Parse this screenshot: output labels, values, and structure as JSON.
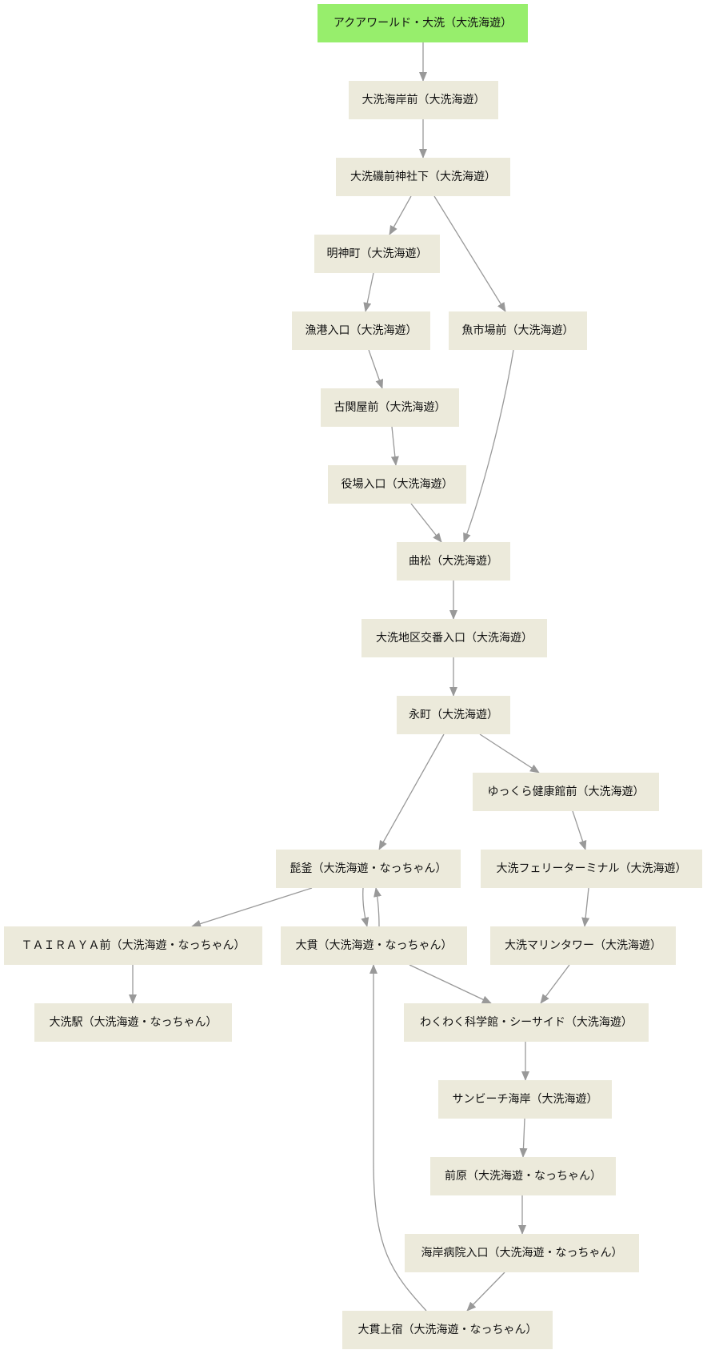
{
  "colors": {
    "start_fill": "#97ee6c",
    "node_fill": "#eceadb",
    "edge": "#999999",
    "text": "#111111"
  },
  "nodes": [
    {
      "id": "n1",
      "label": "アクアワールド・大洗（大洗海遊）",
      "start": true
    },
    {
      "id": "n2",
      "label": "大洗海岸前（大洗海遊）"
    },
    {
      "id": "n3",
      "label": "大洗磯前神社下（大洗海遊）"
    },
    {
      "id": "n4",
      "label": "明神町（大洗海遊）"
    },
    {
      "id": "n5",
      "label": "漁港入口（大洗海遊）"
    },
    {
      "id": "n6",
      "label": "魚市場前（大洗海遊）"
    },
    {
      "id": "n7",
      "label": "古関屋前（大洗海遊）"
    },
    {
      "id": "n8",
      "label": "役場入口（大洗海遊）"
    },
    {
      "id": "n9",
      "label": "曲松（大洗海遊）"
    },
    {
      "id": "n10",
      "label": "大洗地区交番入口（大洗海遊）"
    },
    {
      "id": "n11",
      "label": "永町（大洗海遊）"
    },
    {
      "id": "n12",
      "label": "ゆっくら健康館前（大洗海遊）"
    },
    {
      "id": "n13",
      "label": "髭釜（大洗海遊・なっちゃん）"
    },
    {
      "id": "n14",
      "label": "大洗フェリーターミナル（大洗海遊）"
    },
    {
      "id": "n15",
      "label": "ＴＡＩＲＡＹＡ前（大洗海遊・なっちゃん）"
    },
    {
      "id": "n16",
      "label": "大貫（大洗海遊・なっちゃん）"
    },
    {
      "id": "n17",
      "label": "大洗マリンタワー（大洗海遊）"
    },
    {
      "id": "n18",
      "label": "大洗駅（大洗海遊・なっちゃん）"
    },
    {
      "id": "n19",
      "label": "わくわく科学館・シーサイド（大洗海遊）"
    },
    {
      "id": "n20",
      "label": "サンビーチ海岸（大洗海遊）"
    },
    {
      "id": "n21",
      "label": "前原（大洗海遊・なっちゃん）"
    },
    {
      "id": "n22",
      "label": "海岸病院入口（大洗海遊・なっちゃん）"
    },
    {
      "id": "n23",
      "label": "大貫上宿（大洗海遊・なっちゃん）"
    }
  ],
  "edges": [
    {
      "from": "n1",
      "to": "n2"
    },
    {
      "from": "n2",
      "to": "n3"
    },
    {
      "from": "n3",
      "to": "n4"
    },
    {
      "from": "n3",
      "to": "n6"
    },
    {
      "from": "n4",
      "to": "n5"
    },
    {
      "from": "n5",
      "to": "n7"
    },
    {
      "from": "n7",
      "to": "n8"
    },
    {
      "from": "n8",
      "to": "n9"
    },
    {
      "from": "n6",
      "to": "n9"
    },
    {
      "from": "n9",
      "to": "n10"
    },
    {
      "from": "n10",
      "to": "n11"
    },
    {
      "from": "n11",
      "to": "n13"
    },
    {
      "from": "n11",
      "to": "n12"
    },
    {
      "from": "n12",
      "to": "n14"
    },
    {
      "from": "n13",
      "to": "n15"
    },
    {
      "from": "n13",
      "to": "n16"
    },
    {
      "from": "n16",
      "to": "n13"
    },
    {
      "from": "n14",
      "to": "n17"
    },
    {
      "from": "n15",
      "to": "n18"
    },
    {
      "from": "n16",
      "to": "n19"
    },
    {
      "from": "n17",
      "to": "n19"
    },
    {
      "from": "n19",
      "to": "n20"
    },
    {
      "from": "n20",
      "to": "n21"
    },
    {
      "from": "n21",
      "to": "n22"
    },
    {
      "from": "n22",
      "to": "n23"
    },
    {
      "from": "n23",
      "to": "n16"
    }
  ]
}
